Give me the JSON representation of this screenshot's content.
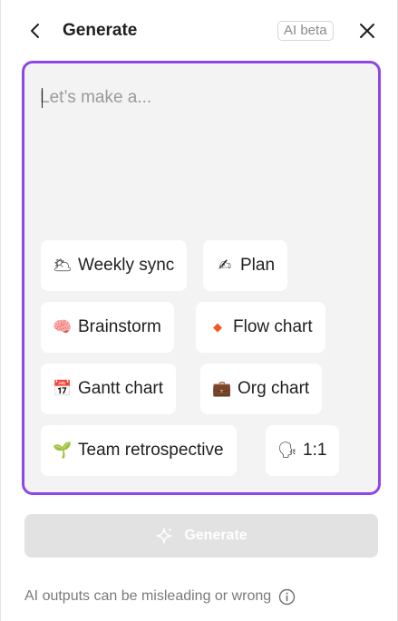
{
  "header": {
    "back_icon": "chevron-left-icon",
    "title": "Generate",
    "badge": "AI beta",
    "close_icon": "close-icon"
  },
  "prompt": {
    "placeholder": "Let’s make a...",
    "value": ""
  },
  "templates": [
    {
      "emoji": "🌥",
      "icon": "cloud-sun-icon",
      "label": "Weekly sync"
    },
    {
      "emoji": "✍",
      "icon": "writing-hand-icon",
      "label": "Plan"
    },
    {
      "emoji": "🧠",
      "icon": "brain-icon",
      "label": "Brainstorm"
    },
    {
      "emoji": "◆",
      "icon": "orange-diamond-icon",
      "label": "Flow chart"
    },
    {
      "emoji": "📅",
      "icon": "calendar-icon",
      "label": "Gantt chart"
    },
    {
      "emoji": "💼",
      "icon": "briefcase-icon",
      "label": "Org chart"
    },
    {
      "emoji": "🌱",
      "icon": "seedling-icon",
      "label": "Team retrospective"
    },
    {
      "emoji": "🗣",
      "icon": "speaking-head-icon",
      "label": "1:1"
    }
  ],
  "generate_button": {
    "label": "Generate",
    "icon": "sparkle-icon",
    "enabled": false
  },
  "footer": {
    "disclaimer": "AI outputs can be misleading or wrong",
    "info_icon": "info-icon"
  },
  "colors": {
    "accent_border": "#8e47e5",
    "prompt_background": "#f3f3f3",
    "button_disabled": "#e2e2e2",
    "diamond": "#f25a22"
  }
}
